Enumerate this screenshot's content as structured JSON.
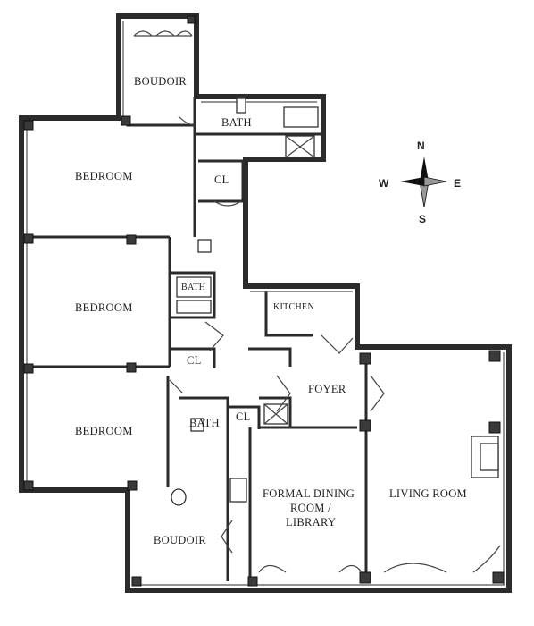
{
  "compass": {
    "n": "N",
    "s": "S",
    "e": "E",
    "w": "W"
  },
  "rooms": {
    "boudoir_top": "BOUDOIR",
    "bath_top": "BATH",
    "cl_top": "CL",
    "bedroom_1": "BEDROOM",
    "bath_mid": "BATH",
    "bedroom_2": "BEDROOM",
    "kitchen": "KITCHEN",
    "cl_mid": "CL",
    "foyer": "FOYER",
    "bedroom_3": "BEDROOM",
    "bath_low": "BATH",
    "cl_low": "CL",
    "dining_line1": "FORMAL DINING",
    "dining_line2": "ROOM /",
    "dining_line3": "LIBRARY",
    "living_room": "LIVING ROOM",
    "boudoir_bottom": "BOUDOIR"
  }
}
